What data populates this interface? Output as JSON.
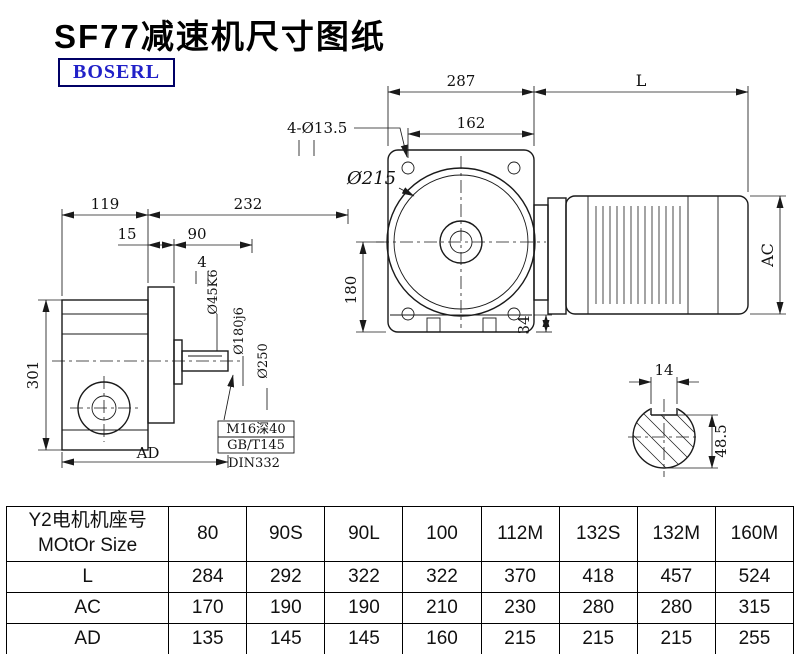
{
  "page": {
    "title": "SF77减速机尺寸图纸",
    "brand": "BOSERL"
  },
  "drawing": {
    "dims": {
      "n287": "287",
      "L": "L",
      "n162": "162",
      "holes": "4-Ø13.5",
      "d215": "Ø215",
      "n180": "180",
      "n34": "34",
      "ac": "AC",
      "n14": "14",
      "n485": "48.5",
      "n119": "119",
      "n232": "232",
      "n15": "15",
      "n90": "90",
      "n4": "4",
      "d45": "Ø45K6",
      "d180": "Ø180j6",
      "d250": "Ø250",
      "n301": "301",
      "ad": "AD",
      "note_m16": "M16深40",
      "note_gb": "GB/T145",
      "note_din": "DIN332"
    }
  },
  "table": {
    "header_line1": "Y2电机机座号",
    "header_line2": "MOtOr Size",
    "columns": [
      "80",
      "90S",
      "90L",
      "100",
      "112M",
      "132S",
      "132M",
      "160M"
    ],
    "rows": [
      {
        "label": "L",
        "values": [
          "284",
          "292",
          "322",
          "322",
          "370",
          "418",
          "457",
          "524"
        ]
      },
      {
        "label": "AC",
        "values": [
          "170",
          "190",
          "190",
          "210",
          "230",
          "280",
          "280",
          "315"
        ]
      },
      {
        "label": "AD",
        "values": [
          "135",
          "145",
          "145",
          "160",
          "215",
          "215",
          "215",
          "255"
        ]
      }
    ]
  }
}
